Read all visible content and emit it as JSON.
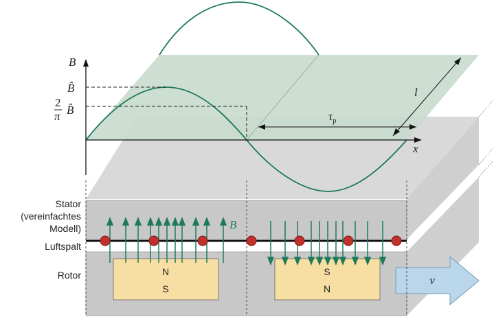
{
  "labels": {
    "stator_line1": "Stator",
    "stator_line2": "(vereinfachtes",
    "stator_line3": "Modell)",
    "airgap": "Luftspalt",
    "rotor": "Rotor"
  },
  "axis": {
    "y": "B",
    "x": "x",
    "b_hat": "B̂",
    "two": "2",
    "pi": "π",
    "b_hat2": "B̂"
  },
  "dims": {
    "tau": "τ",
    "tau_sub": "p",
    "length": "l"
  },
  "field_label": "B",
  "magnets": {
    "left_top": "N",
    "left_bottom": "S",
    "right_top": "S",
    "right_bottom": "N"
  },
  "velocity": "v",
  "colors": {
    "green": "#1f7a5a",
    "plane": "#c9dccf",
    "block": "#c8c8c8",
    "magnet": "#f7dfa3",
    "conductor": "#c0302c",
    "arrow": "#b9d6ea"
  }
}
